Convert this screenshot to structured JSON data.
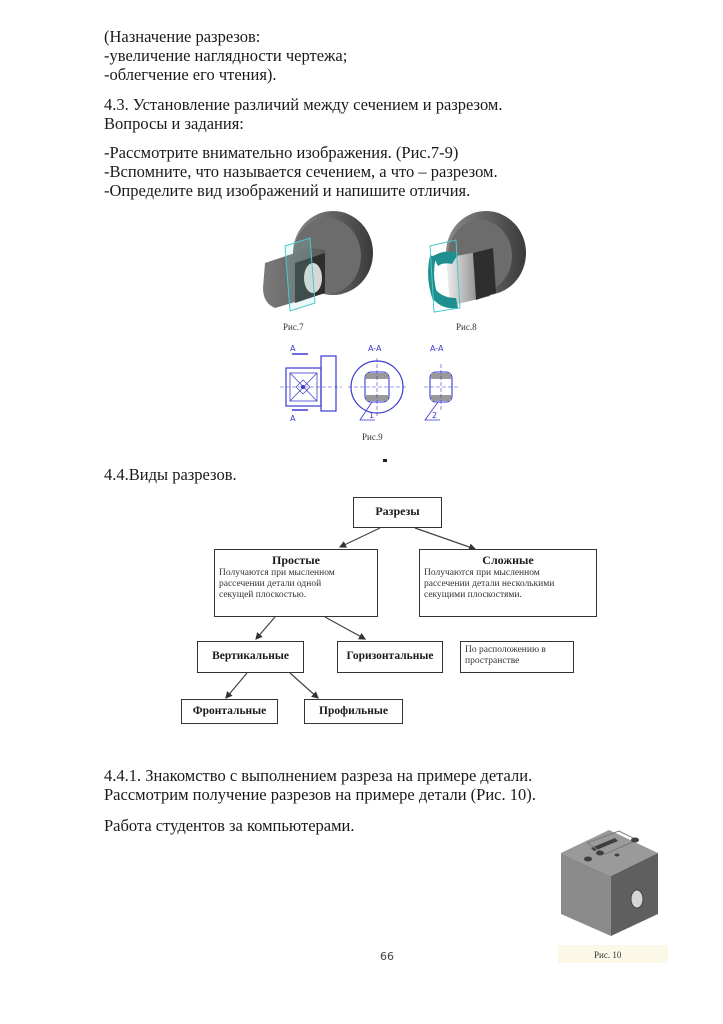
{
  "intro": {
    "lines": [
      "(Назначение разрезов:",
      "-увеличение наглядности чертежа;",
      "-облегчение его чтения)."
    ]
  },
  "section_4_3": {
    "heading_lines": [
      "4.3. Установление различий между сечением и разрезом.",
      "Вопросы и задания:"
    ],
    "tasks": [
      "-Рассмотрите внимательно изображения. (Рис.7-9)",
      "-Вспомните, что называется сечением, а что – разрезом.",
      "-Определите вид изображений и напишите отличия."
    ]
  },
  "figures": {
    "fig7_caption": "Рис.7",
    "fig8_caption": "Рис.8",
    "fig9_caption": "Рис.9",
    "fig9_labels": {
      "arrow_top": "A",
      "arrow_bottom": "A",
      "section1_title": "A-A",
      "section2_title": "A-A",
      "callout1": "1",
      "callout2": "2"
    },
    "fig10_caption": "Рис. 10"
  },
  "section_4_4": {
    "heading": "4.4.Виды разрезов."
  },
  "diagram": {
    "root": "Разрезы",
    "simple": {
      "title": "Простые",
      "desc_lines": [
        "Получаются при мысленном",
        "рассечении детали одной",
        "секущей плоскостью."
      ]
    },
    "complex": {
      "title": "Сложные",
      "desc_lines": [
        "Получаются при мысленном",
        "рассечении детали несколькими",
        "секущими плоскостями."
      ]
    },
    "vertical": "Вертикальные",
    "horizontal": "Горизонтальные",
    "note_lines": [
      "По расположению в",
      "пространстве"
    ],
    "frontal": "Фронтальные",
    "profile": "Профильные"
  },
  "section_4_4_1": {
    "lines": [
      "4.4.1. Знакомство с выполнением разреза на примере детали.",
      "Рассмотрим получение разрезов на примере детали (Рис. 10)."
    ],
    "work": "Работа студентов за компьютерами."
  },
  "footer": {
    "page_number": "66"
  },
  "colors": {
    "text": "#1a1a1a",
    "drawing_blue": "#3a3ad0",
    "section_teal": "#1f8f8f",
    "part_gray": "#6e6e6e"
  }
}
